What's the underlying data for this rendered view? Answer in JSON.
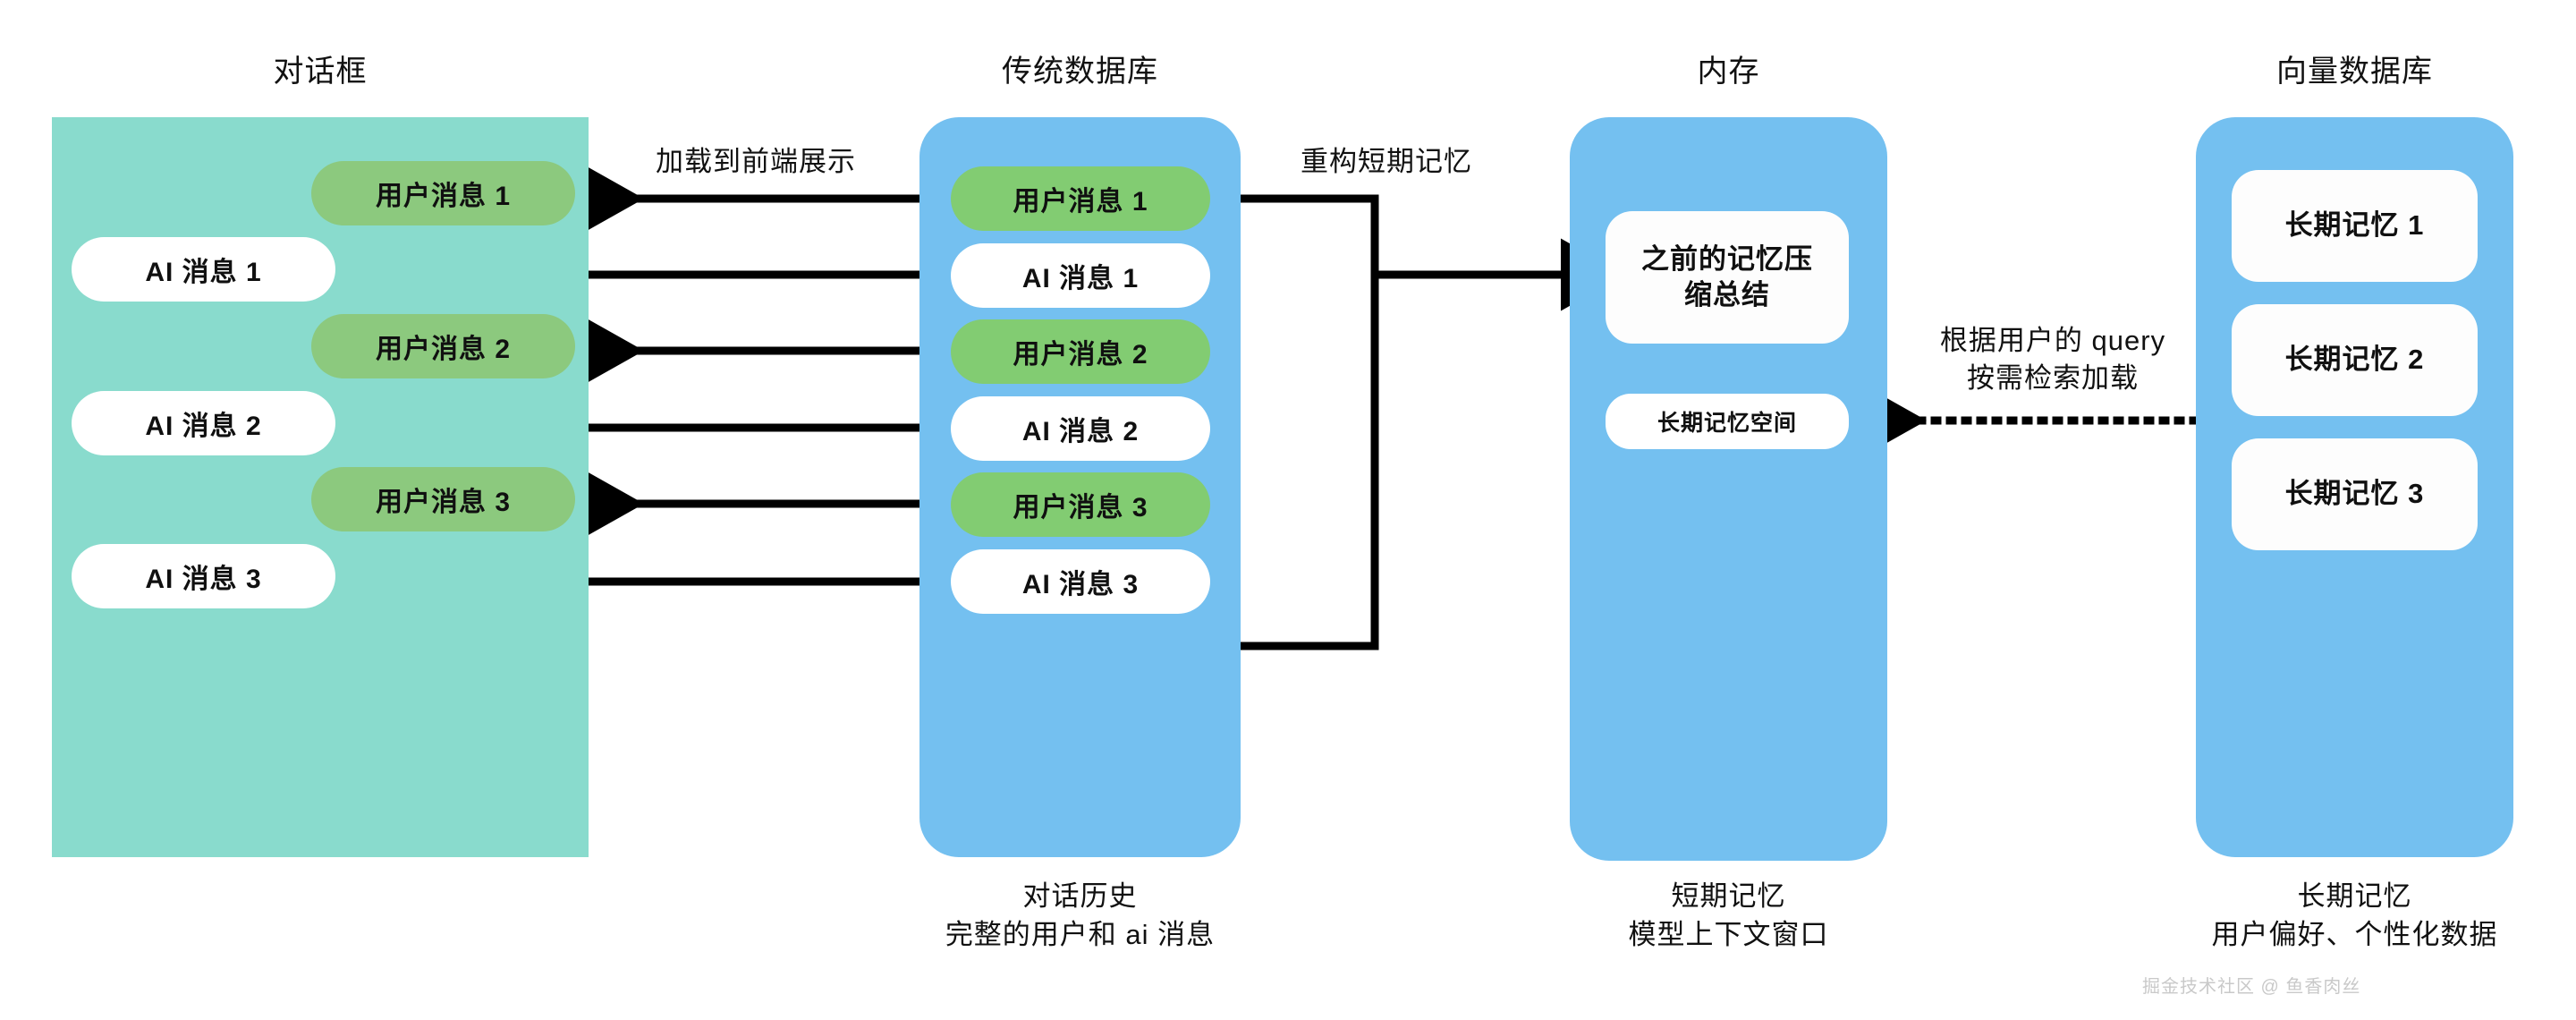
{
  "columns": {
    "chat": {
      "title": "对话框"
    },
    "database": {
      "title": "传统数据库",
      "caption_line1": "对话历史",
      "caption_line2": "完整的用户和 ai 消息"
    },
    "memory": {
      "title": "内存",
      "caption_line1": "短期记忆",
      "caption_line2": "模型上下文窗口"
    },
    "vector": {
      "title": "向量数据库",
      "caption_line1": "长期记忆",
      "caption_line2": "用户偏好、个性化数据"
    }
  },
  "chat_messages": [
    {
      "role": "user",
      "label": "用户消息 1"
    },
    {
      "role": "ai",
      "label": "AI 消息 1"
    },
    {
      "role": "user",
      "label": "用户消息 2"
    },
    {
      "role": "ai",
      "label": "AI 消息 2"
    },
    {
      "role": "user",
      "label": "用户消息 3"
    },
    {
      "role": "ai",
      "label": "AI 消息 3"
    }
  ],
  "database_records": [
    {
      "role": "user",
      "label": "用户消息 1"
    },
    {
      "role": "ai",
      "label": "AI 消息 1"
    },
    {
      "role": "user",
      "label": "用户消息 2"
    },
    {
      "role": "ai",
      "label": "AI 消息 2"
    },
    {
      "role": "user",
      "label": "用户消息 3"
    },
    {
      "role": "ai",
      "label": "AI 消息 3"
    }
  ],
  "memory_items": [
    {
      "label": "之前的记忆压\n缩总结",
      "line1": "之前的记忆压",
      "line2": "缩总结"
    },
    {
      "label": "长期记忆空间"
    }
  ],
  "vector_items": [
    {
      "label": "长期记忆 1"
    },
    {
      "label": "长期记忆 2"
    },
    {
      "label": "长期记忆 3"
    }
  ],
  "edge_labels": {
    "load_to_frontend": "加载到前端展示",
    "rebuild_short_term": "重构短期记忆",
    "retrieve_line1": "根据用户的 query",
    "retrieve_line2": "按需检索加载"
  },
  "watermark": "掘金技术社区 @ 鱼香肉丝",
  "colors": {
    "chat_panel": "#89dbcd",
    "blue_panel": "#74c0f0",
    "user_pill": "#82cc72",
    "user_pill_chat": "#8cc97e",
    "white_pill": "#ffffff",
    "arrow": "#000000",
    "text": "#111111"
  }
}
